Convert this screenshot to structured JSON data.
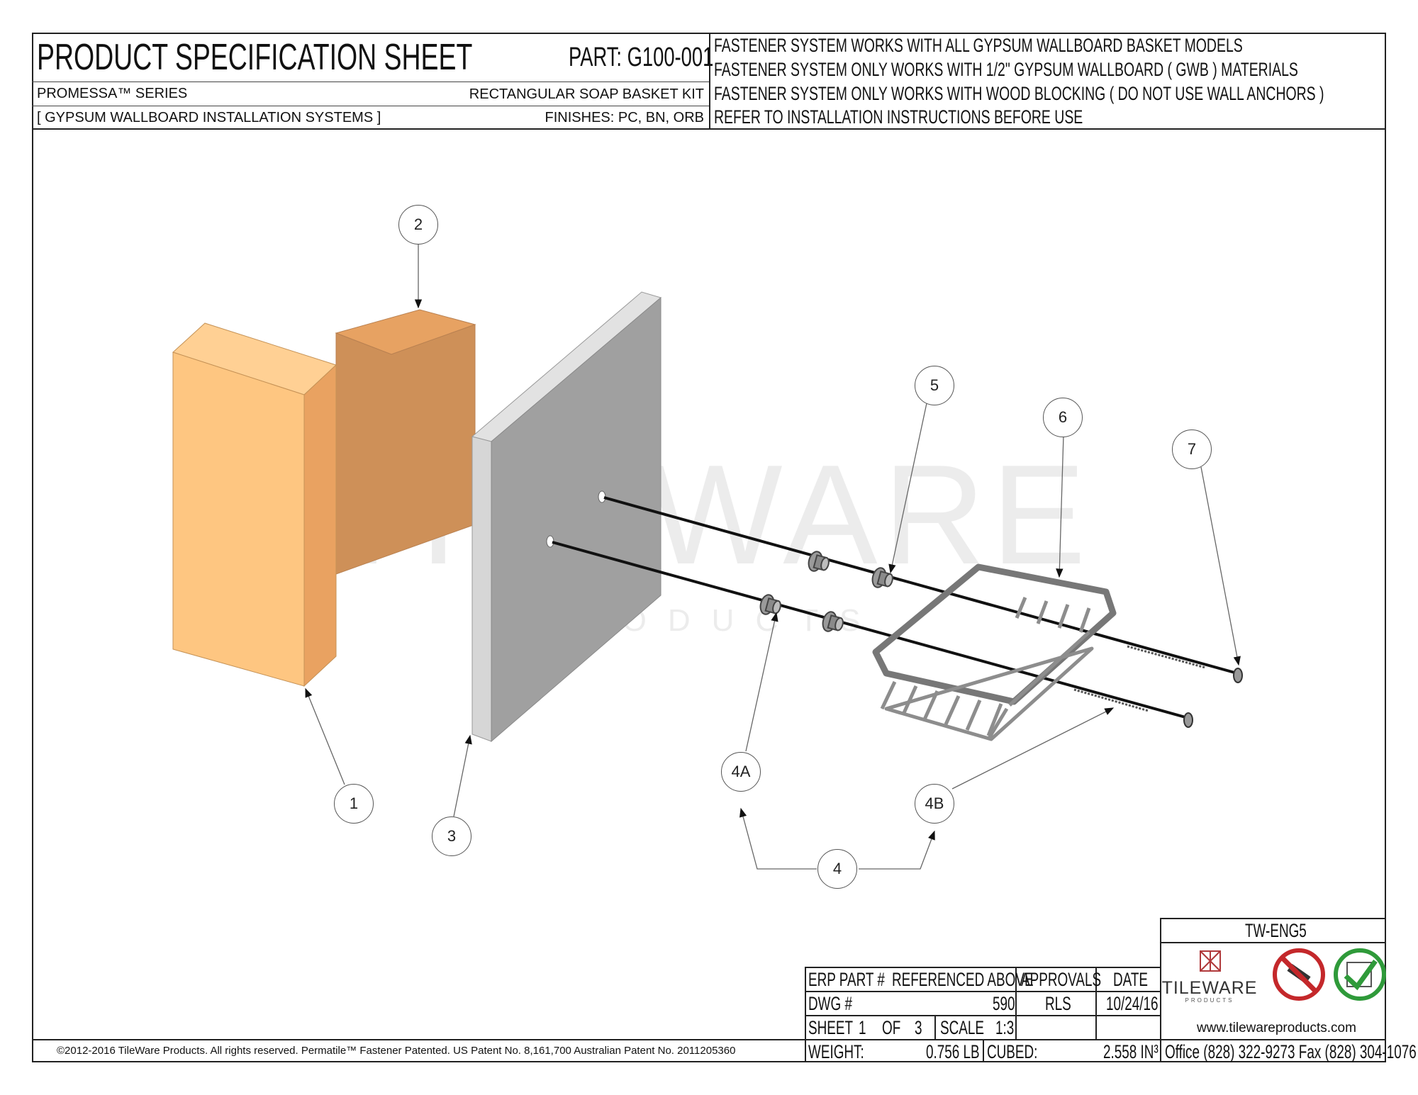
{
  "header": {
    "title": "PRODUCT SPECIFICATION SHEET",
    "part": "PART:  G100-001",
    "series": "PROMESSA™ SERIES",
    "product": "RECTANGULAR SOAP BASKET KIT",
    "system": "[ GYPSUM WALLBOARD INSTALLATION SYSTEMS ]",
    "finishes": "FINISHES:  PC, BN, ORB",
    "notes": [
      "FASTENER SYSTEM WORKS WITH ALL GYPSUM WALLBOARD BASKET MODELS",
      "FASTENER SYSTEM ONLY WORKS WITH 1/2\" GYPSUM WALLBOARD ( GWB ) MATERIALS",
      "FASTENER SYSTEM ONLY WORKS WITH WOOD BLOCKING ( DO NOT USE WALL ANCHORS )",
      "REFER TO INSTALLATION INSTRUCTIONS BEFORE USE"
    ]
  },
  "diagram": {
    "watermark_main": "TILEWARE",
    "watermark_sub": "PRODUCTS",
    "balloons": [
      "1",
      "2",
      "3",
      "4",
      "4A",
      "4B",
      "5",
      "6",
      "7"
    ]
  },
  "title_block": {
    "code": "TW-ENG5",
    "erp_label": "ERP PART #",
    "erp_value": "REFERENCED ABOVE",
    "approvals_label": "APPROVALS",
    "date_label": "DATE",
    "dwg_label": "DWG #",
    "dwg_value": "590",
    "approvals_value": "RLS",
    "date_value": "10/24/16",
    "sheet_label": "SHEET",
    "sheet_num": "1",
    "of_label": "OF",
    "sheet_total": "3",
    "scale_label": "SCALE",
    "scale_value": "1:3",
    "weight_label": "WEIGHT:",
    "weight_value": "0.756  LB",
    "cubed_label": "CUBED:",
    "cubed_value": "2.558  IN³",
    "logo_text": "TILEWARE",
    "logo_sub": "PRODUCTS",
    "website": "www.tilewareproducts.com",
    "phone": "Office (828) 322-9273  Fax (828) 304-1076"
  },
  "footer": {
    "copyright": "©2012-2016 TileWare Products. All rights reserved. Permatile™ Fastener Patented. US Patent No. 8,161,700 Australian Patent No. 2011205360"
  },
  "colors": {
    "block_front": "#FEC681",
    "block_side": "#E9A161",
    "block_back": "#D09058",
    "wallboard_face": "#A0A0A0",
    "wallboard_edge": "#D6D6D6",
    "metal": "#8A8A8A"
  }
}
